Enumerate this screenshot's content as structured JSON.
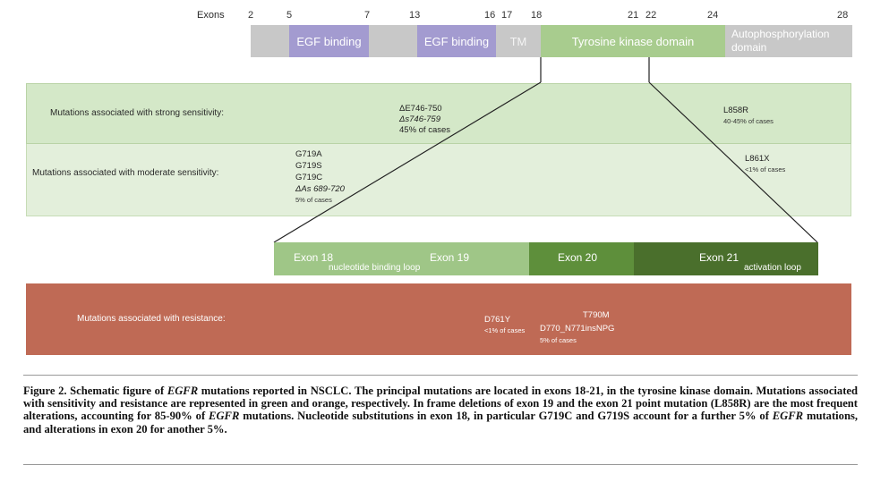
{
  "exon_axis": {
    "label": "Exons",
    "numbers": [
      "2",
      "5",
      "7",
      "13",
      "16",
      "17",
      "18",
      "21",
      "22",
      "24",
      "28"
    ]
  },
  "domains": {
    "egf1": "EGF binding",
    "egf2": "EGF binding",
    "tm": "TM",
    "tk": "Tyrosine kinase domain",
    "auto": "Autophosphorylation domain"
  },
  "strong": {
    "label": "Mutations associated with strong sensitivity:",
    "del_name": "ΔE746-750",
    "del_alt": "Δs746-759",
    "del_freq": "45% of cases",
    "l858r_name": "L858R",
    "l858r_freq": "40-45% of cases"
  },
  "moderate": {
    "label": "Mutations associated with moderate sensitivity:",
    "g719a": "G719A",
    "g719s": "G719S",
    "g719c": "G719C",
    "delta689": "ΔAs 689-720",
    "g719_freq": "5% of cases",
    "l861x_name": "L861X",
    "l861x_freq": "<1% of cases"
  },
  "exons": {
    "e18": "Exon 18",
    "e19": "Exon 19",
    "e20": "Exon 20",
    "e21": "Exon 21",
    "nucleotide_loop": "nucleotide binding loop",
    "activation_loop": "activation loop"
  },
  "resistance": {
    "label": "Mutations associated with resistance:",
    "d761y": "D761Y",
    "d761y_freq": "<1% of cases",
    "t790m": "T790M",
    "d770": "D770_N771insNPG",
    "d770_freq": "5% of cases"
  },
  "caption": {
    "fig": "Figure 2. Schematic figure of ",
    "egfr1": "EGFR",
    "p1": " mutations reported in NSCLC. The principal mutations are located in exons 18-21,  in the tyrosine kinase domain. Mutations associated with sensitivity and resistance are represented in green and orange, respectively. In frame deletions of exon 19 and the exon 21 point mutation (L858R) are the most frequent alterations, accounting for 85-90% of ",
    "egfr2": "EGFR",
    "p2": " mutations. Nucleotide substitutions in exon 18, in particular G719C and G719S  account for a further 5% of ",
    "egfr3": "EGFR",
    "p3": " mutations, and alterations in exon 20 for another 5%."
  },
  "colors": {
    "grey_bar": "#c8c8c8",
    "egf_purple": "#a39bd0",
    "tk_green": "#a8cc8e",
    "strong_band": "#d4e8c8",
    "moderate_band": "#e3efdb",
    "exon18_19": "#9fc687",
    "exon20": "#5e8f3b",
    "exon21": "#4a6f2c",
    "resistance": "#bf6a55"
  }
}
